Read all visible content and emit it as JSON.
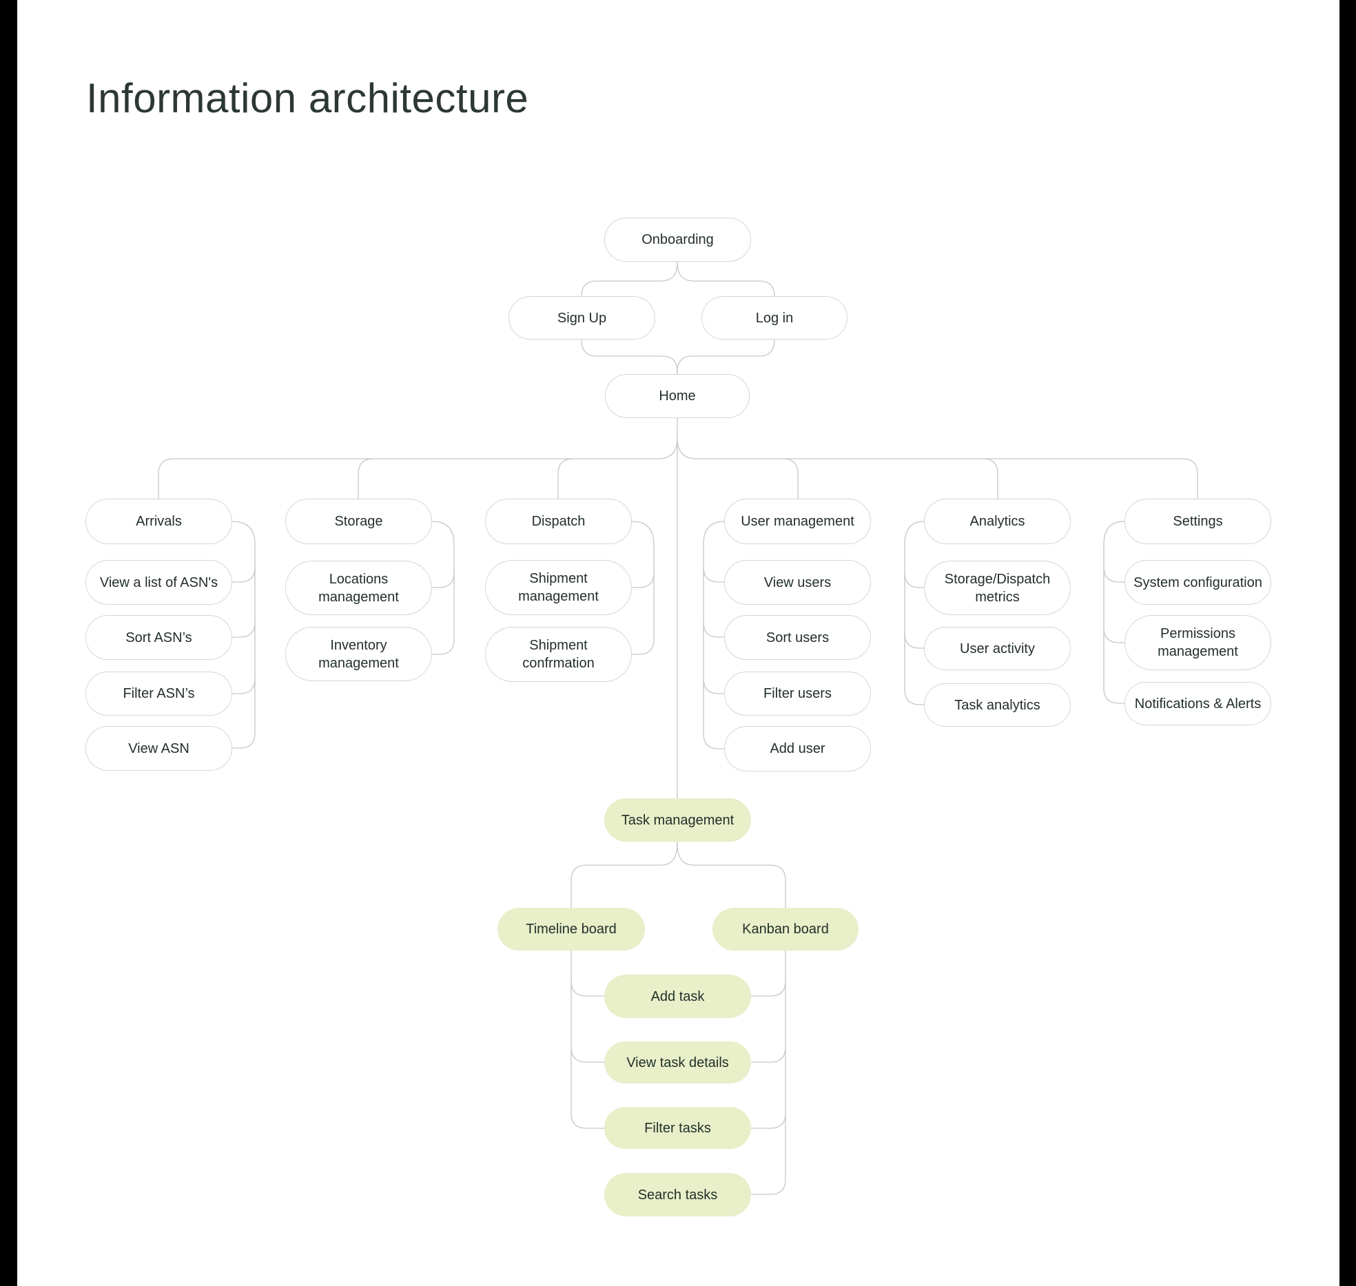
{
  "title": "Information architecture",
  "colors": {
    "background": "#ffffff",
    "edge_bars": "#000000",
    "node_border": "#d6d6d6",
    "connector": "#c7c7c7",
    "node_text": "#232f29",
    "title_text": "#2c3832",
    "highlight_node_fill": "#e8efc9"
  },
  "diagram": {
    "nodes": {
      "onboarding": {
        "label": "Onboarding"
      },
      "sign_up": {
        "label": "Sign Up"
      },
      "log_in": {
        "label": "Log in"
      },
      "home": {
        "label": "Home"
      },
      "arrivals": {
        "label": "Arrivals"
      },
      "view_list_asns": {
        "label": "View a list of ASN's"
      },
      "sort_asns": {
        "label": "Sort ASN’s"
      },
      "filter_asns": {
        "label": "Filter ASN’s"
      },
      "view_asn": {
        "label": "View ASN"
      },
      "storage": {
        "label": "Storage"
      },
      "locations_management": {
        "label": "Locations",
        "label2": "management"
      },
      "inventory_management": {
        "label": "Inventory",
        "label2": "management"
      },
      "dispatch": {
        "label": "Dispatch"
      },
      "shipment_management": {
        "label": "Shipment",
        "label2": "management"
      },
      "shipment_confrmation": {
        "label": "Shipment",
        "label2": "confrmation"
      },
      "user_management": {
        "label": "User management"
      },
      "view_users": {
        "label": "View users"
      },
      "sort_users": {
        "label": "Sort users"
      },
      "filter_users": {
        "label": "Filter users"
      },
      "add_user": {
        "label": "Add user"
      },
      "analytics": {
        "label": "Analytics"
      },
      "storage_dispatch_metrics": {
        "label": "Storage/Dispatch",
        "label2": "metrics"
      },
      "user_activity": {
        "label": "User activity"
      },
      "task_analytics": {
        "label": "Task analytics"
      },
      "settings": {
        "label": "Settings"
      },
      "system_configuration": {
        "label": "System configuration"
      },
      "permissions_management": {
        "label": "Permissions",
        "label2": "management"
      },
      "notifications_alerts": {
        "label": "Notifications & Alerts"
      },
      "task_management": {
        "label": "Task management"
      },
      "timeline_board": {
        "label": "Timeline board"
      },
      "kanban_board": {
        "label": "Kanban board"
      },
      "add_task": {
        "label": "Add task"
      },
      "view_task_details": {
        "label": "View task details"
      },
      "filter_tasks": {
        "label": "Filter tasks"
      },
      "search_tasks": {
        "label": "Search tasks"
      }
    }
  }
}
